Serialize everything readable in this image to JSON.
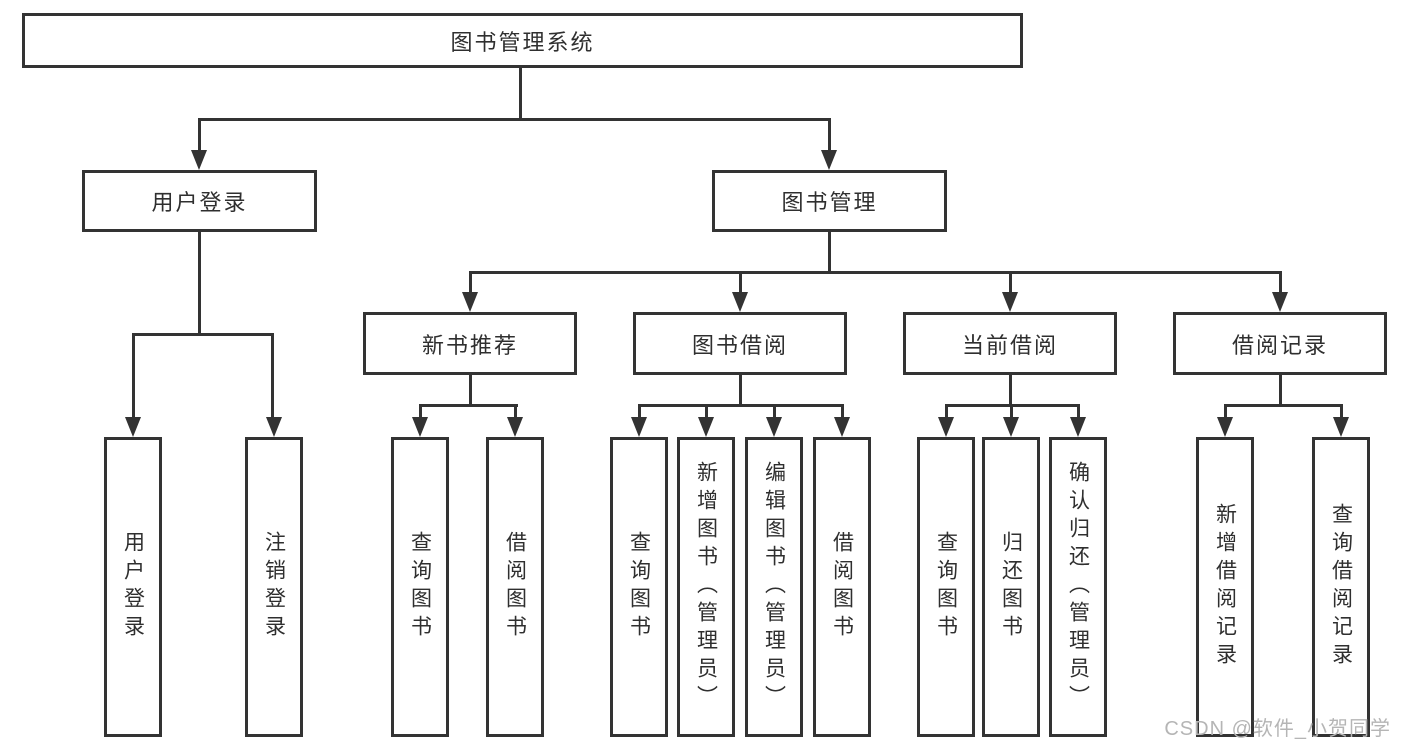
{
  "diagram": {
    "root": {
      "label": "图书管理系统"
    },
    "user": {
      "label": "用户登录",
      "children": [
        "用户登录",
        "注销登录"
      ]
    },
    "book": {
      "label": "图书管理",
      "modules": [
        {
          "label": "新书推荐",
          "children": [
            "查询图书",
            "借阅图书"
          ]
        },
        {
          "label": "图书借阅",
          "children": [
            "查询图书",
            "新增图书（管理员）",
            "编辑图书（管理员）",
            "借阅图书"
          ]
        },
        {
          "label": "当前借阅",
          "children": [
            "查询图书",
            "归还图书",
            "确认归还（管理员）"
          ]
        },
        {
          "label": "借阅记录",
          "children": [
            "新增借阅记录",
            "查询借阅记录"
          ]
        }
      ]
    },
    "line_color": "#333333",
    "background_color": "#ffffff"
  },
  "watermark": "CSDN @软件_小贺同学"
}
